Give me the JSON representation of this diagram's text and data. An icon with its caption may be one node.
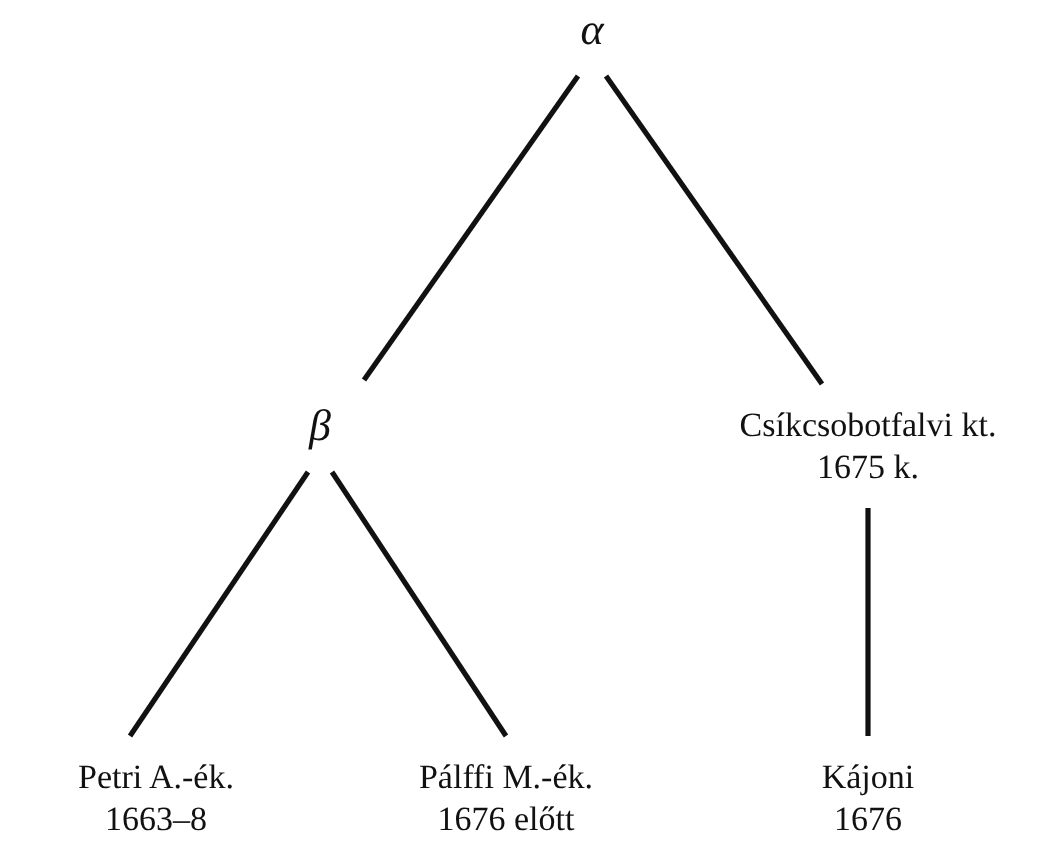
{
  "diagram": {
    "nodes": [
      {
        "text": [
          "α"
        ]
      },
      {
        "text": [
          "β"
        ]
      },
      {
        "text": [
          "Csíkcsobotfalvi kt.",
          "1675 k."
        ]
      },
      {
        "text": [
          "Petri A.-ék.",
          "1663–8"
        ]
      },
      {
        "text": [
          "Pálffi M.-ék.",
          "1676 előtt"
        ]
      },
      {
        "text": [
          "Kájoni",
          "1676"
        ]
      }
    ],
    "edges": [
      {
        "from": 0,
        "to": 1,
        "arrow": "none"
      },
      {
        "from": 0,
        "to": 2,
        "arrow": "none"
      },
      {
        "from": 1,
        "to": 3,
        "arrow": "none"
      },
      {
        "from": 1,
        "to": 4,
        "arrow": "none"
      },
      {
        "from": 2,
        "to": 5,
        "arrow": "none"
      }
    ]
  }
}
